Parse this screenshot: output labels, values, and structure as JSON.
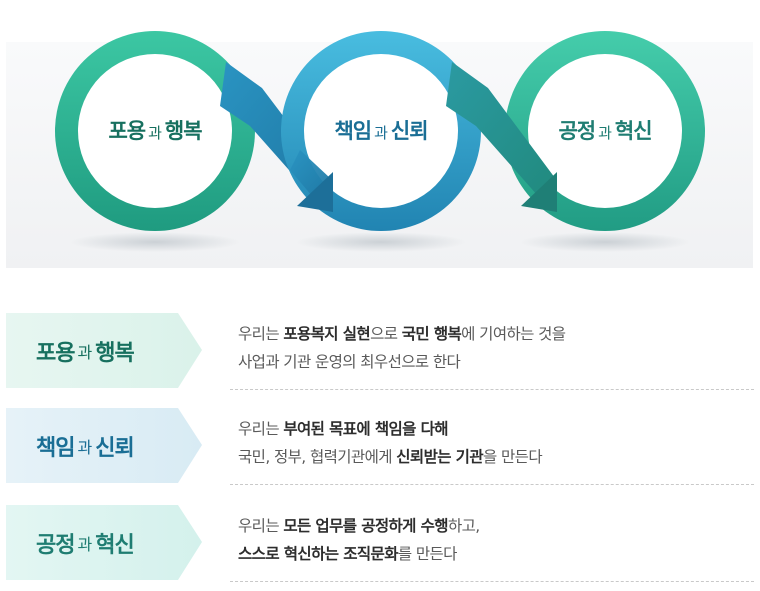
{
  "values": [
    {
      "head": "포용",
      "conj": "과",
      "tail": "행복",
      "color": "#17705f",
      "line1": [
        {
          "t": "우리는 ",
          "b": false
        },
        {
          "t": "포용복지 실현",
          "b": true
        },
        {
          "t": "으로 ",
          "b": false
        },
        {
          "t": "국민 행복",
          "b": true
        },
        {
          "t": "에 기여하는 것을",
          "b": false
        }
      ],
      "line2": [
        {
          "t": "사업과 기관 운영의 최우선으로 한다",
          "b": false
        }
      ]
    },
    {
      "head": "책임",
      "conj": "과",
      "tail": "신뢰",
      "color": "#1a6e95",
      "line1": [
        {
          "t": "우리는 ",
          "b": false
        },
        {
          "t": "부여된 목표에 책임을 다해",
          "b": true
        }
      ],
      "line2": [
        {
          "t": "국민, 정부, 협력기관에게 ",
          "b": false
        },
        {
          "t": "신뢰받는 기관",
          "b": true
        },
        {
          "t": "을 만든다",
          "b": false
        }
      ]
    },
    {
      "head": "공정",
      "conj": "과",
      "tail": "혁신",
      "color": "#1f7d72",
      "line1": [
        {
          "t": "우리는 ",
          "b": false
        },
        {
          "t": "모든 업무를 공정하게 수행",
          "b": true
        },
        {
          "t": "하고,",
          "b": false
        }
      ],
      "line2": [
        {
          "t": "스스로 혁신하는 조직문화",
          "b": true
        },
        {
          "t": "를 만든다",
          "b": false
        }
      ]
    }
  ],
  "colors": {
    "green": "#2fb696",
    "blue": "#2ea6cd",
    "teal": "#35bc9e"
  }
}
